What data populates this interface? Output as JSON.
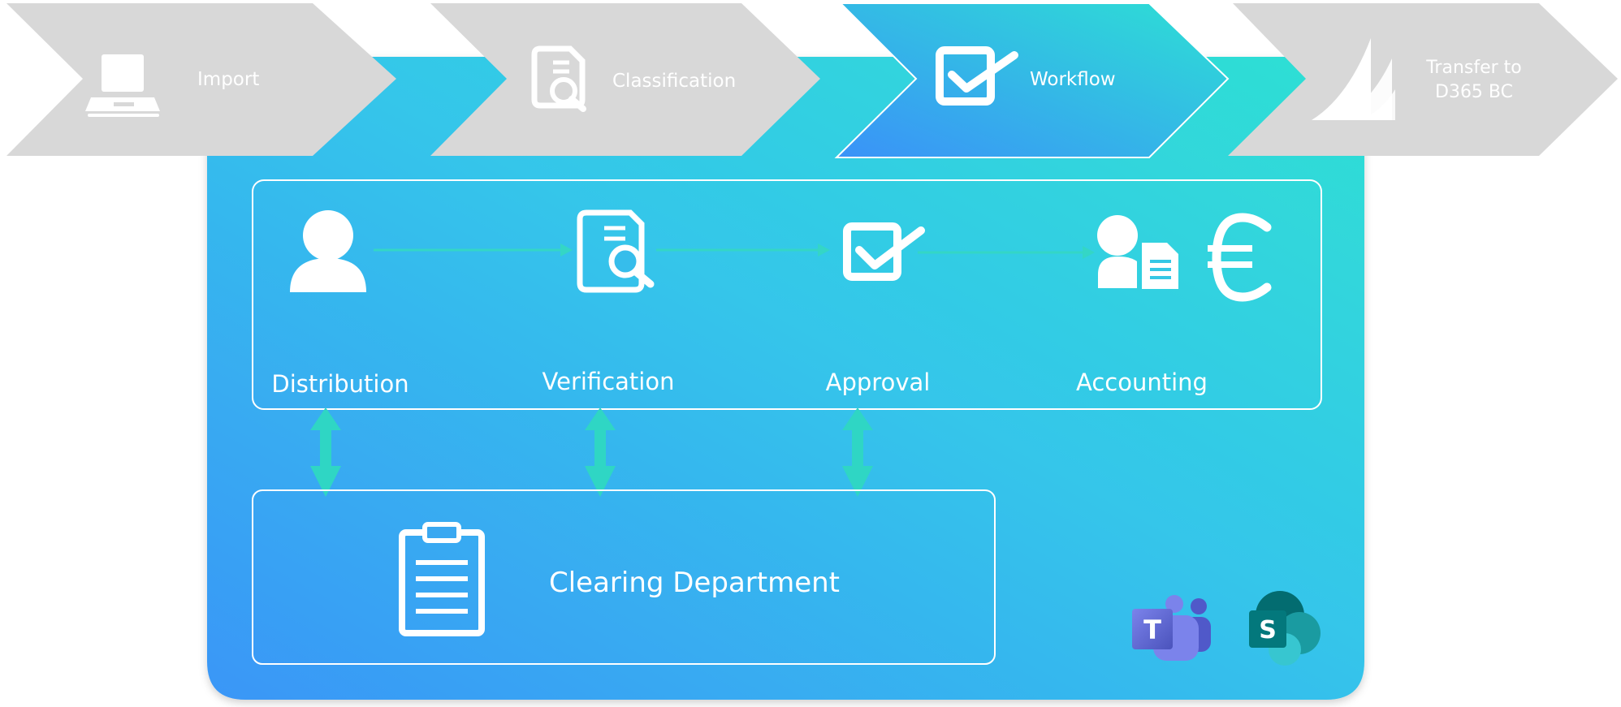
{
  "steps": [
    {
      "label": "Import",
      "icon": "scanner-icon"
    },
    {
      "label": "Classification",
      "icon": "document-search-icon"
    },
    {
      "label": "Workflow",
      "icon": "checkbox-icon",
      "active": true
    },
    {
      "label_line1": "Transfer to",
      "label_line2": "D365 BC",
      "icon": "dynamics-logo-icon"
    }
  ],
  "workflow": {
    "stages": [
      {
        "label": "Distribution",
        "icon": "user-icon"
      },
      {
        "label": "Verification",
        "icon": "document-search-icon"
      },
      {
        "label": "Approval",
        "icon": "checkbox-icon"
      },
      {
        "label": "Accounting",
        "icon": "accountant-icon"
      }
    ],
    "clearing": {
      "label": "Clearing Department",
      "icon": "clipboard-icon"
    },
    "apps": [
      {
        "icon": "teams-logo-icon",
        "letter": "T"
      },
      {
        "icon": "sharepoint-logo-icon",
        "letter": "S"
      }
    ]
  },
  "colors": {
    "step_inactive": "#d8d8d8",
    "gradient_start": "#3b9ff5",
    "gradient_end": "#2ddfd2",
    "arrow": "#2fd6c4",
    "teams": "#5b5fc7",
    "sharepoint": "#03787c"
  }
}
